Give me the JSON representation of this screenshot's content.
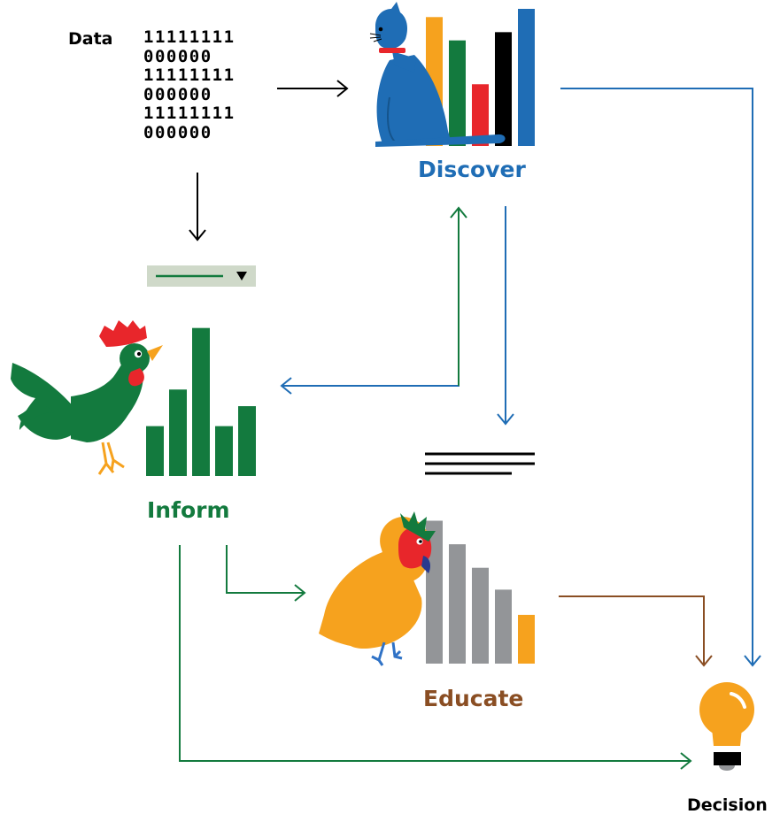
{
  "labels": {
    "data": "Data",
    "discover": "Discover",
    "inform": "Inform",
    "educate": "Educate",
    "decision": "Decision"
  },
  "binary_rows": [
    "11111111",
    "000000",
    "11111111",
    "000000",
    "11111111",
    "000000"
  ],
  "colors": {
    "discover": "#1f6db5",
    "inform": "#137a3e",
    "educate": "#8a4e23",
    "orange": "#f6a21e",
    "red": "#e8262b",
    "gray": "#939598",
    "black": "#000000",
    "dropdown_bg": "#cfd9c9"
  },
  "icons": [
    "cat-icon",
    "rooster-icon",
    "parrot-icon",
    "lightbulb-icon",
    "dropdown-icon",
    "text-lines-icon"
  ],
  "charts": {
    "discover": {
      "values": [
        0.94,
        0.77,
        0.45,
        0.83,
        1.0
      ],
      "colors": [
        "#f6a21e",
        "#137a3e",
        "#e8262b",
        "#000000",
        "#1f6db5"
      ]
    },
    "inform": {
      "values": [
        0.3,
        0.52,
        0.89,
        0.3,
        0.42
      ],
      "color": "#137a3e"
    },
    "educate": {
      "values": [
        0.85,
        0.71,
        0.57,
        0.44,
        0.29
      ],
      "colors": [
        "#939598",
        "#939598",
        "#939598",
        "#939598",
        "#f6a21e"
      ]
    }
  }
}
